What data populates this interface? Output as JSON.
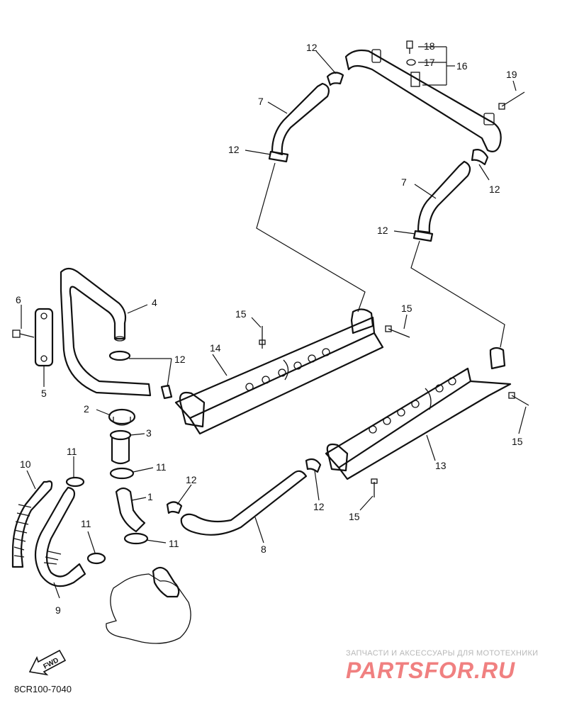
{
  "diagram": {
    "code": "8CR100-7040",
    "fwd_label": "FWD",
    "watermark_caption": "ЗАПЧАСТИ И АКСЕССУАРЫ ДЛЯ МОТОТЕХНИКИ",
    "watermark_logo": "PARTSFOR.RU",
    "callouts": [
      "1",
      "2",
      "3",
      "4",
      "5",
      "6",
      "7",
      "7",
      "8",
      "9",
      "10",
      "11",
      "11",
      "11",
      "11",
      "12",
      "12",
      "12",
      "12",
      "12",
      "12",
      "12",
      "13",
      "14",
      "15",
      "15",
      "15",
      "15",
      "16",
      "17",
      "18",
      "19"
    ]
  }
}
